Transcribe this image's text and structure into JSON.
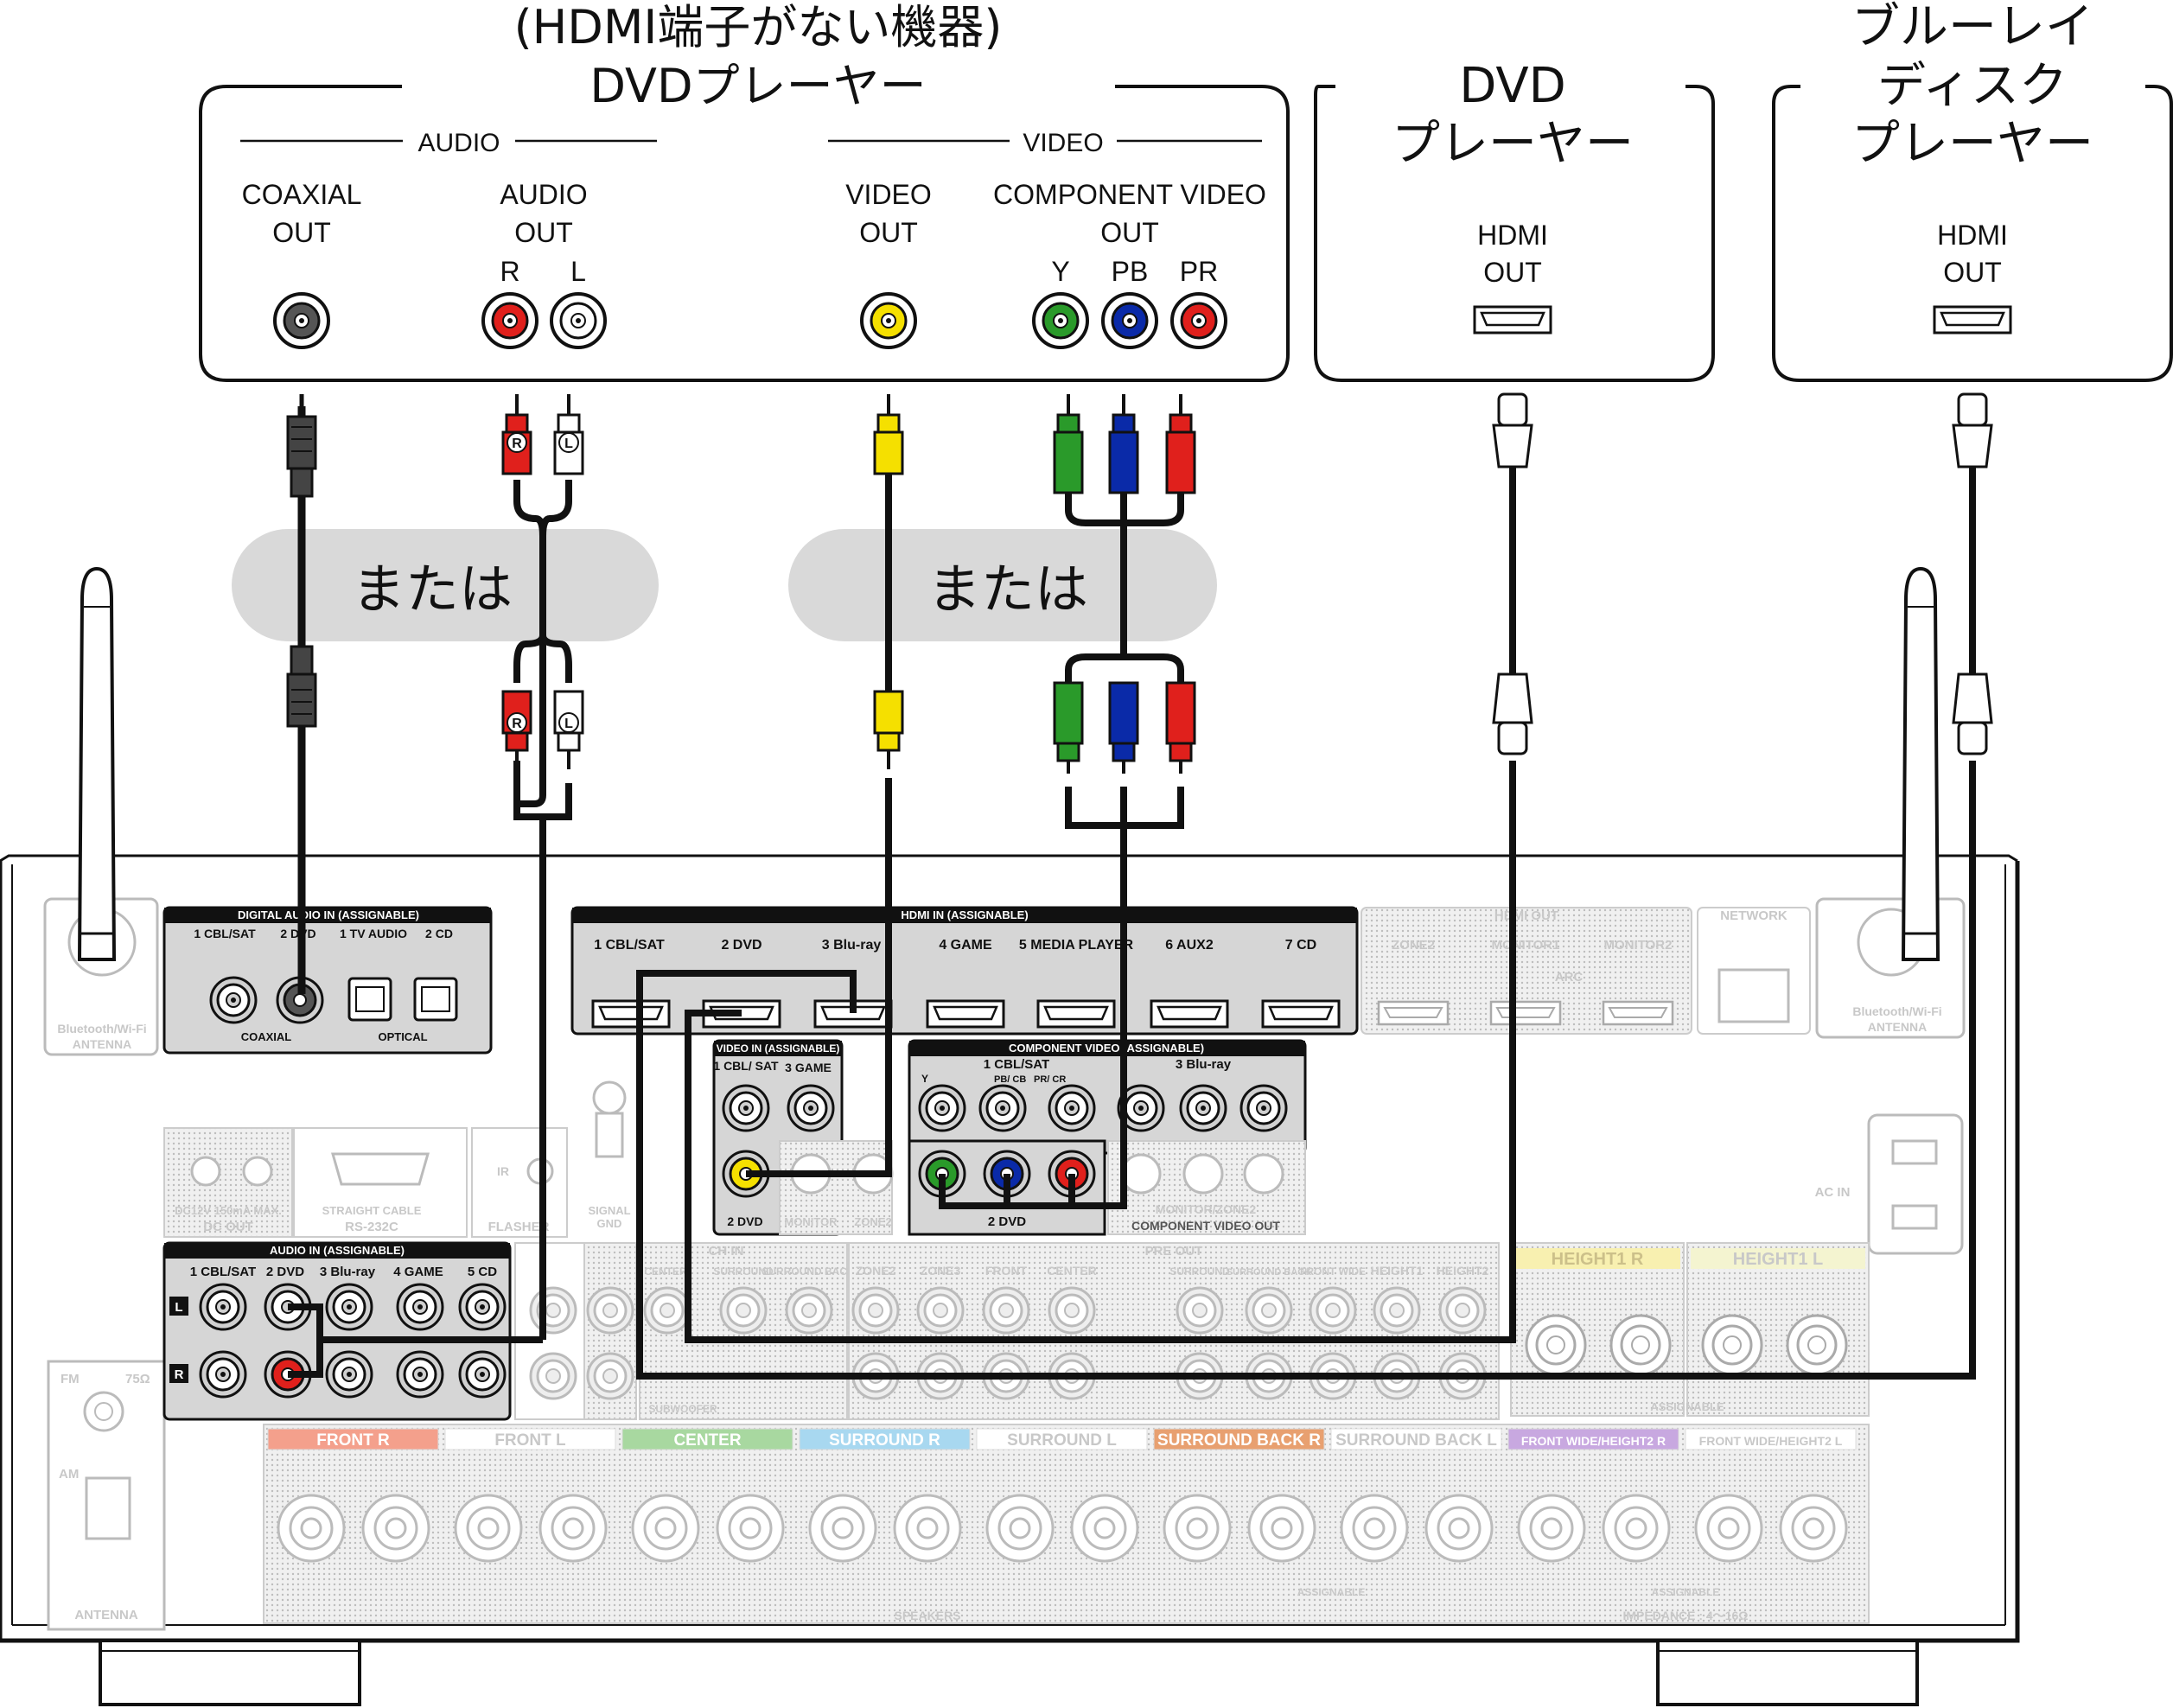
{
  "sources": {
    "analog": {
      "title_line1": "(HDMI端子がない機器)",
      "title_line2": "DVDプレーヤー",
      "audio_group": "AUDIO",
      "video_group": "VIDEO",
      "coaxial_label_1": "COAXIAL",
      "coaxial_label_2": "OUT",
      "audio_label_1": "AUDIO",
      "audio_label_2": "OUT",
      "audio_r": "R",
      "audio_l": "L",
      "video_label_1": "VIDEO",
      "video_label_2": "OUT",
      "component_label_1": "COMPONENT VIDEO",
      "component_label_2": "OUT",
      "comp_y": "Y",
      "comp_pb": "PB",
      "comp_pr": "PR"
    },
    "dvd": {
      "title_line1": "DVD",
      "title_line2": "プレーヤー",
      "port_1": "HDMI",
      "port_2": "OUT"
    },
    "bluray": {
      "title_line1": "ブルーレイ",
      "title_line2": "ディスク",
      "title_line3": "プレーヤー",
      "port_1": "HDMI",
      "port_2": "OUT"
    }
  },
  "or_labels": [
    "または",
    "または"
  ],
  "cable_plugs": {
    "r": "R",
    "l": "L"
  },
  "receiver": {
    "bt_antenna_left": [
      "Bluetooth/Wi-Fi",
      "ANTENNA"
    ],
    "bt_antenna_right": [
      "Bluetooth/Wi-Fi",
      "ANTENNA"
    ],
    "digital_audio_in": {
      "title": "DIGITAL AUDIO IN (ASSIGNABLE)",
      "inputs": [
        "1 CBL/SAT",
        "2 DVD",
        "1 TV AUDIO",
        "2 CD"
      ],
      "coaxial": "COAXIAL",
      "optical": "OPTICAL"
    },
    "hdmi_in": {
      "title": "HDMI IN (ASSIGNABLE)",
      "inputs": [
        "1 CBL/SAT",
        "2 DVD",
        "3 Blu-ray",
        "4 GAME",
        "5 MEDIA PLAYER",
        "6 AUX2",
        "7 CD"
      ]
    },
    "hdmi_out": {
      "title": "HDMI OUT",
      "labels": [
        "ZONE2",
        "MONITOR1",
        "ARC",
        "MONITOR2"
      ]
    },
    "network": "NETWORK",
    "video_in": {
      "title": "VIDEO IN (ASSIGNABLE)",
      "inputs": [
        "1 CBL/ SAT",
        "3 GAME",
        "2 DVD"
      ]
    },
    "component_video": {
      "title": "COMPONENT VIDEO (ASSIGNABLE)",
      "group1": "1 CBL/SAT",
      "group2": "3 Blu-ray",
      "y": "Y",
      "pb": "PB/ CB",
      "pr": "PR/ CR",
      "row2_label": "2 DVD",
      "out_label": "COMPONENT VIDEO OUT",
      "monitor_zone2": "MONITOR/ZONE2",
      "video_out_labels": [
        "MONITOR",
        "ZONE2"
      ]
    },
    "audio_in": {
      "title": "AUDIO IN (ASSIGNABLE)",
      "inputs": [
        "1 CBL/SAT",
        "2 DVD",
        "3 Blu-ray",
        "4 GAME",
        "5 CD"
      ],
      "rows": [
        "L",
        "R"
      ]
    },
    "dc_out": [
      "DC12V 150mA MAX.",
      "DC OUT"
    ],
    "rs232c": [
      "STRAIGHT CABLE",
      "RS-232C"
    ],
    "flasher": [
      "IR",
      "FLASHER"
    ],
    "signal_gnd": [
      "SIGNAL",
      "GND"
    ],
    "pre_out": {
      "title": "PRE OUT",
      "labels": [
        "ZONE2",
        "ZONE3",
        "FRONT",
        "CENTER",
        "SURROUND",
        "SURROUND BACK",
        "FRONT WIDE",
        "HEIGHT1",
        "HEIGHT2"
      ],
      "subwoofer": "SUBWOOFER",
      "ch_in": "CH IN",
      "ch_labels": [
        "CENTER",
        "SURROUND",
        "SURROUND BACK"
      ]
    },
    "heights": [
      "HEIGHT1 R",
      "HEIGHT1 L"
    ],
    "assignable": "ASSIGNABLE",
    "ac_in": "AC IN",
    "antenna": {
      "fm": "FM",
      "ohm": "75Ω",
      "am": "AM",
      "label": "ANTENNA"
    },
    "speakers": {
      "groups": [
        "FRONT R",
        "FRONT L",
        "CENTER",
        "SURROUND R",
        "SURROUND L",
        "SURROUND BACK R",
        "SURROUND BACK L",
        "FRONT WIDE/HEIGHT2 R",
        "FRONT WIDE/HEIGHT2 L"
      ],
      "title": "SPEAKERS",
      "impedance": "IMPEDANCE : 4〜16Ω",
      "colors": [
        "#f4a08c",
        "#ffffff",
        "#a8d8a0",
        "#a8d8f0",
        "#ffffff",
        "#e8a070",
        "#ffffff",
        "#c8a8e0",
        "#ffffff"
      ]
    }
  }
}
